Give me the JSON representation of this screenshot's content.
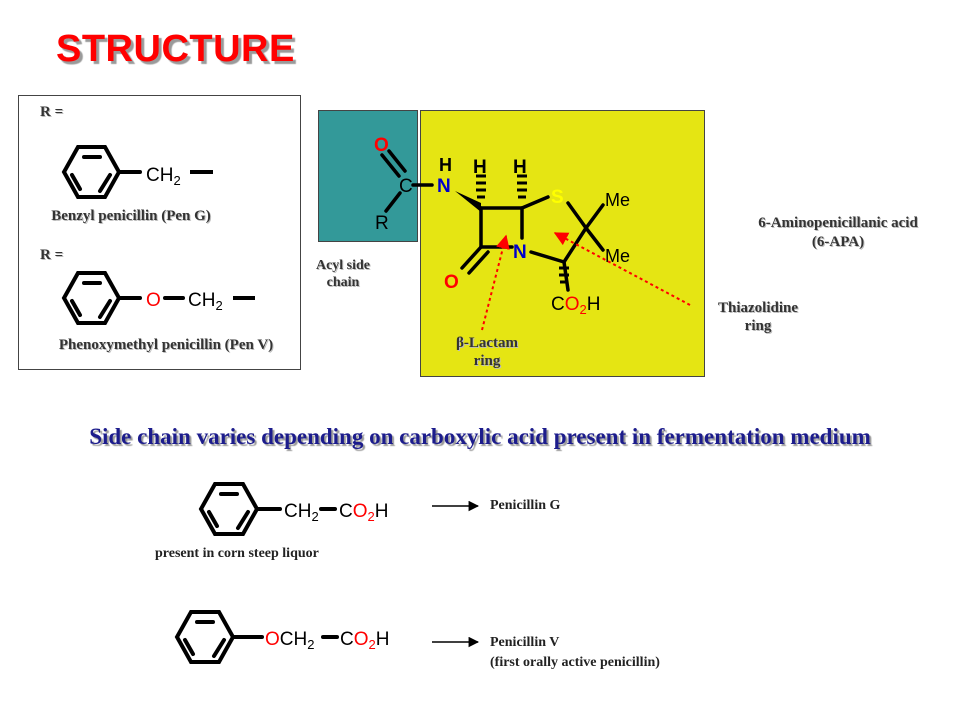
{
  "title": "STRUCTURE",
  "rbox": {
    "r_label_1": "R =",
    "benzyl_group": "CH2",
    "benzyl_caption": "Benzyl penicillin (Pen G)",
    "r_label_2": "R =",
    "phenoxy_o": "O",
    "phenoxy_ch2": "CH2",
    "phenoxy_caption": "Phenoxymethyl penicillin (Pen V)"
  },
  "core": {
    "acyl_o": "O",
    "acyl_c": "C",
    "acyl_r": "R",
    "nh_h": "H",
    "nh_n": "N",
    "h1": "H",
    "h2": "H",
    "s": "S",
    "me1": "Me",
    "me2": "Me",
    "n_ring": "N",
    "carbonyl_o": "O",
    "co2h": "CO2H"
  },
  "labels": {
    "acyl_side_chain_line1": "Acyl side",
    "acyl_side_chain_line2": "chain",
    "beta_lactam_line1": "β-Lactam",
    "beta_lactam_line2": "ring",
    "thiazolidine_line1": "Thiazolidine",
    "thiazolidine_line2": "ring",
    "apa_line1": "6-Aminopenicillanic acid",
    "apa_line2": "(6-APA)"
  },
  "side_chain_heading": "Side chain varies depending on carboxylic acid present in fermentation medium",
  "reaction1": {
    "ch2": "CH2",
    "co2h": "CO2H",
    "source": "present in corn steep liquor",
    "product": "Penicillin G"
  },
  "reaction2": {
    "och2": "OCH2",
    "co2h": "CO2H",
    "product_line1": "Penicillin V",
    "product_line2": "(first orally active penicillin)"
  },
  "colors": {
    "title": "#ff0000",
    "heading": "#1c1c8c",
    "teal_box": "#339999",
    "yellow_box": "#e5e513",
    "oxygen": "#ff0000",
    "nitrogen": "#0000cc",
    "sulfur": "#ffff00",
    "arrow_dotted": "#ff0000"
  },
  "icons": [
    "benzene-ring-icon",
    "arrow-right-icon"
  ]
}
